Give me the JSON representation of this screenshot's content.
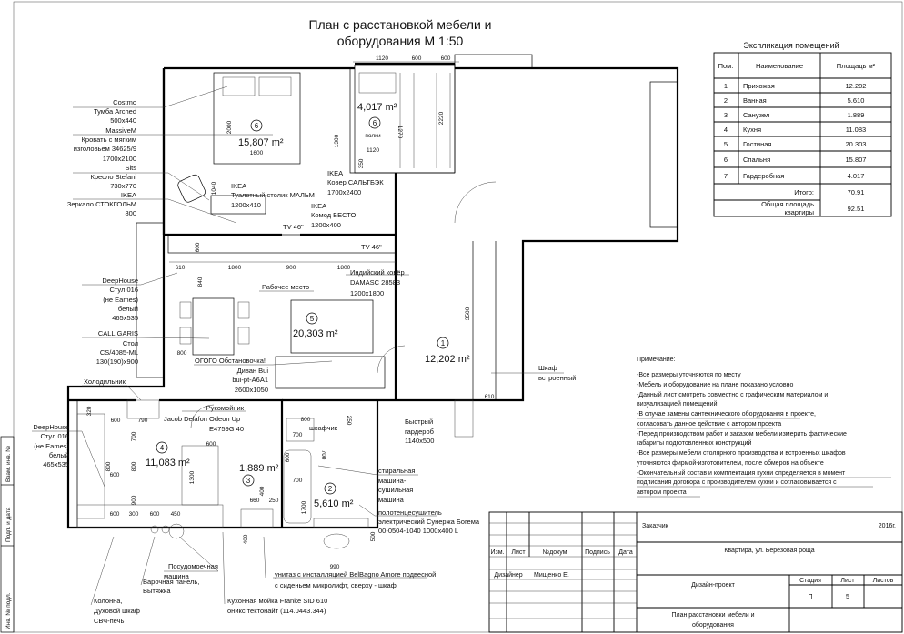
{
  "title": {
    "line1": "План с расстановкой мебели и",
    "line2": "оборудования М 1:50"
  },
  "rooms": [
    {
      "num": "6",
      "area": "15,807 m²",
      "sub": "1600"
    },
    {
      "num": "6",
      "area": "4,017 m²",
      "sub": "полки"
    },
    {
      "num": "5",
      "area": "20,303 m²"
    },
    {
      "num": "1",
      "area": "12,202 m²"
    },
    {
      "num": "4",
      "area": "11,083 m²"
    },
    {
      "num": "3",
      "area": "1,889 m²"
    },
    {
      "num": "2",
      "area": "5,610 m²"
    }
  ],
  "labels_left": [
    "Costmo",
    "Тумба Arched",
    "500x440",
    "MassiveM",
    "Кровать с мягким",
    "изголовьем 34625/9",
    "1700x2100",
    "Sits",
    "Кресло Stefani",
    "730x770",
    "IKEA",
    "Зеркало СТОКГОЛЬМ",
    "800"
  ],
  "labels_living_left": [
    "DeepHouse",
    "Стул 016",
    "(не Eames)",
    "белый",
    "465x535",
    "CALLIGARIS",
    "Стол",
    "CS/4085-ML",
    "130(190)x900"
  ],
  "labels_kitchen_left": [
    "DeepHouse",
    "Стул 016",
    "(не Eames)",
    "белый",
    "465x535"
  ],
  "fridge": "Холодильник",
  "labels_mid": {
    "vanity": [
      "IKEA",
      "Туалетный столик МАЛЬМ",
      "1200x410"
    ],
    "rug": [
      "IKEA",
      "Ковер САЛЬТБЭК",
      "1700x2400"
    ],
    "dresser": [
      "IKEA",
      "Комод БЕСТО",
      "1200x400"
    ],
    "tv1": "TV 46\"",
    "tv2": "TV 46\"",
    "workplace": "Рабочее место",
    "indian_rug": [
      "Индийский ковёр",
      "DAMASC 28583",
      "1200x1800"
    ],
    "sofa": [
      "ОГОГО Обстановочка!",
      "Диван Bui",
      "bui-pt-A6A1",
      "2600x1050"
    ],
    "basin": [
      "Рукомойник",
      "Jacob Delafon Odeon Up",
      "E4759G 40"
    ],
    "quick_wardrobe": [
      "Быстрый",
      "гардероб",
      "1140x500"
    ],
    "builtin": [
      "Шкаф",
      "встроенный"
    ],
    "cabinet": "шкафчик",
    "washer": [
      "стиральная",
      "машина-",
      "сушильная",
      "машина"
    ],
    "towel": [
      "полотенцесушитель",
      "электрический Сунержа Богема",
      "00-0504-1040 1000x400 L"
    ],
    "dishwasher": [
      "Посудомоечная",
      "машина"
    ],
    "hob": [
      "Варочная панель,",
      "Вытяжка"
    ],
    "column": [
      "Колонна,",
      "Духовой шкаф",
      "СВЧ-печь"
    ],
    "sink": [
      "Кухонная мойка Franke SID 610",
      "оникс тектонайт (114.0443.344)"
    ],
    "toilet": [
      "унитаз с инсталляцией BelBagno Amore подвесной",
      "с сиденьем микролифт, сверху - шкаф"
    ]
  },
  "dims": [
    "1120",
    "600",
    "600",
    "2000",
    "1270",
    "1120",
    "350",
    "2220",
    "1300",
    "1040",
    "600",
    "610",
    "1800",
    "900",
    "1800",
    "840",
    "800",
    "3500",
    "610",
    "320",
    "790",
    "600",
    "700",
    "800",
    "600",
    "800",
    "900",
    "600",
    "300",
    "600",
    "450",
    "600",
    "1300",
    "660",
    "250",
    "400",
    "800",
    "250",
    "700",
    "700",
    "600",
    "700",
    "1700",
    "990",
    "500",
    "400"
  ],
  "explication": {
    "title": "Экспликация помещений",
    "headers": [
      "Пом.",
      "Наименование",
      "Площадь м²"
    ],
    "rows": [
      [
        "1",
        "Прихожая",
        "12.202"
      ],
      [
        "2",
        "Ванная",
        "5.610"
      ],
      [
        "3",
        "Санузел",
        "1.889"
      ],
      [
        "4",
        "Кухня",
        "11.083"
      ],
      [
        "5",
        "Гостиная",
        "20.303"
      ],
      [
        "6",
        "Спальня",
        "15.807"
      ],
      [
        "7",
        "Гардеробная",
        "4.017"
      ]
    ],
    "total_label": "Итого:",
    "total": "70.91",
    "overall_label_1": "Общая площадь",
    "overall_label_2": "квартиры",
    "overall": "92.51"
  },
  "notes": {
    "title": "Примечание:",
    "lines": [
      "-Все размеры уточняются по месту",
      "-Мебель и оборудование на плане показано условно",
      "-Данный лист смотреть совместно с графическим материалом и",
      " визуализацией помещений",
      "-В случае замены сантехнического оборудования в проекте,",
      " согласовать данное действие с автором проекта",
      "-Перед производством работ и заказом мебели измерить фактические",
      " габариты подготовленных конструкций",
      "-Все размеры мебели столярного производства и встроенных шкафов",
      " уточняются фирмой-изготовителем, после обмеров на объекте",
      "-Окончательный состав и комплектация кухни определяется в момент",
      " подписания договора с производителем кухни и согласовывается с",
      " автором проекта"
    ]
  },
  "stamp": {
    "headers": [
      "Изм.",
      "Лист",
      "№докум.",
      "Подпись",
      "Дата"
    ],
    "designer_role": "Дизайнер",
    "designer_name": "Мищенко Е.",
    "customer": "Заказчик",
    "year": "2016г.",
    "object": "Квартира, ул. Березовая роща",
    "project": "Дизайн-проект",
    "stage_h": "Стадия",
    "sheet_h": "Лист",
    "sheets_h": "Листов",
    "stage": "П",
    "sheet": "5",
    "sheet_title_1": "План расстановки мебели и",
    "sheet_title_2": "оборудования"
  },
  "side_stamp": [
    "Взам. инв. №",
    "Подп. и дата",
    "Инв. № подл."
  ]
}
